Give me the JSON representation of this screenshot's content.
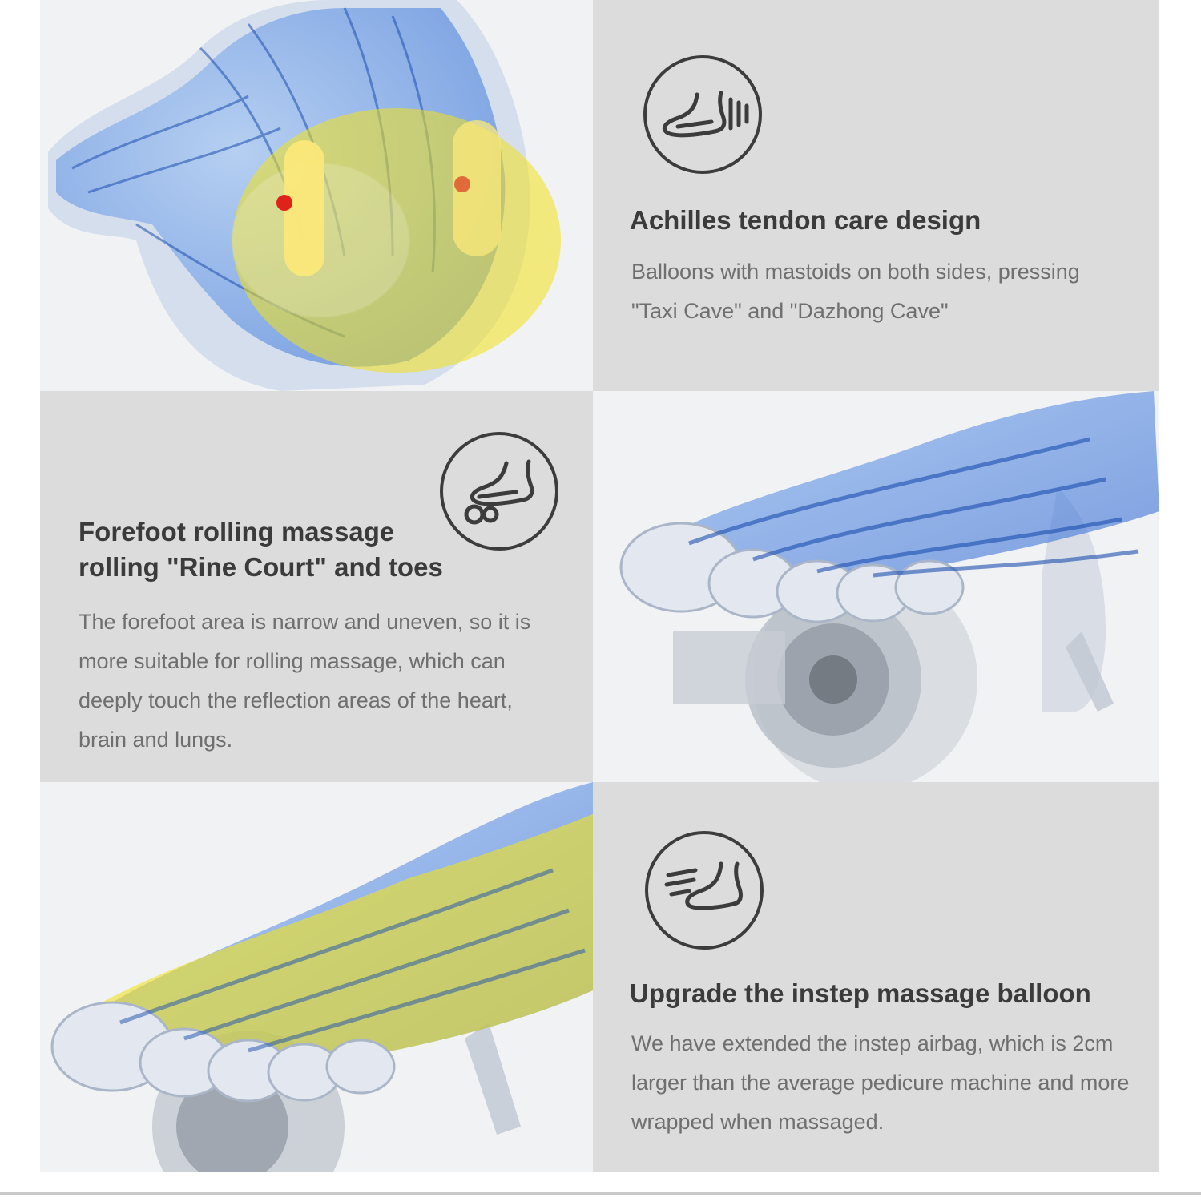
{
  "sections": [
    {
      "icon": "heel-massage-icon",
      "title": "Achilles tendon care design",
      "description": "Balloons with mastoids on both sides, pressing \"Taxi Cave\" and \"Dazhong Cave\""
    },
    {
      "icon": "forefoot-roller-icon",
      "title_line1": "Forefoot rolling massage",
      "title_line2": "rolling \"Rine Court\" and toes",
      "description": "The forefoot area is narrow and uneven, so it is more suitable for rolling massage, which can deeply touch the reflection areas of the heart, brain and lungs."
    },
    {
      "icon": "instep-airbag-icon",
      "title": "Upgrade the instep massage balloon",
      "description": "We have extended the instep airbag, which is 2cm larger than the average pedicure machine and more wrapped when massaged."
    }
  ],
  "colors": {
    "text_panel": "#dcdcdc",
    "image_panel": "#f1f2f4",
    "bone_blue": "#2f6fd8",
    "highlight_yellow": "#f2e21c",
    "acupoint_red": "#e0221b"
  }
}
